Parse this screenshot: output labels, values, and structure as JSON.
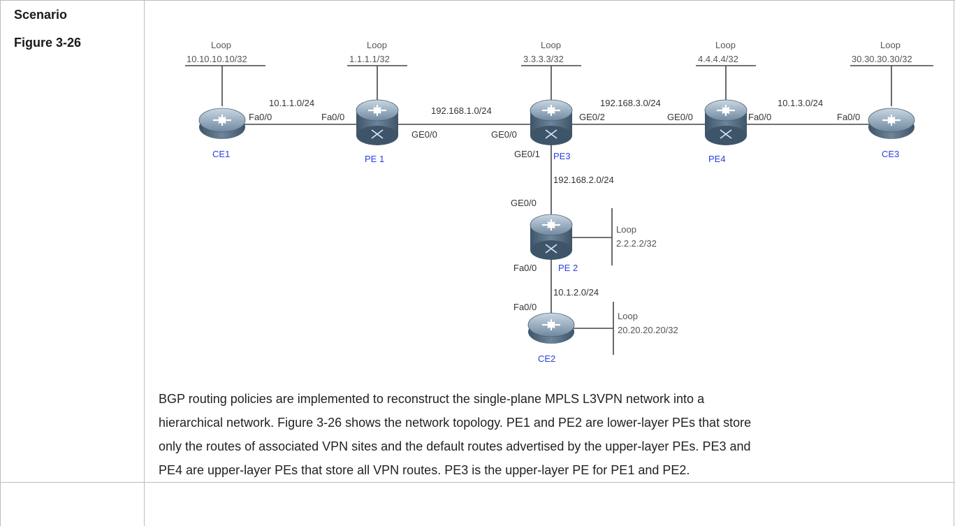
{
  "section_label": "Scenario",
  "figure_label": "Figure 3-26",
  "diagram": {
    "devices": [
      {
        "name": "CE1",
        "loop_label": "Loop",
        "loop_addr": "10.10.10.10/32"
      },
      {
        "name": "PE 1",
        "loop_label": "Loop",
        "loop_addr": "1.1.1.1/32"
      },
      {
        "name": "PE3",
        "loop_label": "Loop",
        "loop_addr": "3.3.3.3/32"
      },
      {
        "name": "PE4",
        "loop_label": "Loop",
        "loop_addr": "4.4.4.4/32"
      },
      {
        "name": "CE3",
        "loop_label": "Loop",
        "loop_addr": "30.30.30.30/32"
      },
      {
        "name": "PE 2",
        "loop_label": "Loop",
        "loop_addr": "2.2.2.2/32"
      },
      {
        "name": "CE2",
        "loop_label": "Loop",
        "loop_addr": "20.20.20.20/32"
      }
    ],
    "links": [
      {
        "subnet": "10.1.1.0/24",
        "if_a": "Fa0/0",
        "if_b": "Fa0/0"
      },
      {
        "subnet": "192.168.1.0/24",
        "if_a": "GE0/0",
        "if_b": "GE0/0"
      },
      {
        "subnet": "192.168.3.0/24",
        "if_a": "GE0/2",
        "if_b": "GE0/0"
      },
      {
        "subnet": "10.1.3.0/24",
        "if_a": "Fa0/0",
        "if_b": "Fa0/0"
      },
      {
        "subnet": "192.168.2.0/24",
        "if_a": "GE0/1",
        "if_b": "GE0/0"
      },
      {
        "subnet": "10.1.2.0/24",
        "if_a": "Fa0/0",
        "if_b": "Fa0/0"
      }
    ]
  },
  "paragraph_lines": [
    "BGP routing policies are implemented to reconstruct the single-plane MPLS L3VPN network into a",
    "hierarchical network. Figure 3-26 shows the network topology. PE1 and PE2 are lower-layer PEs that store",
    "only the routes of associated VPN sites and the default routes advertised by the upper-layer PEs. PE3 and",
    "PE4 are upper-layer PEs that store all VPN routes. PE3 is the upper-layer PE for PE1 and PE2."
  ],
  "colors": {
    "device_label": "#2a3fe0",
    "border": "#bdbdbd"
  }
}
